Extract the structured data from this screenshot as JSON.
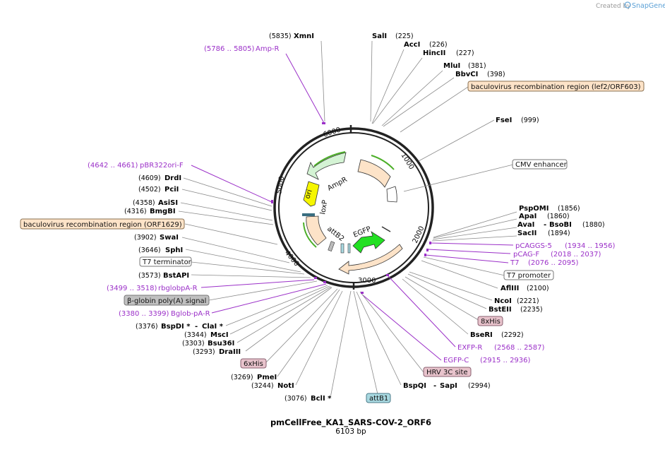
{
  "credit": {
    "prefix": "Created by",
    "brand": "SnapGene"
  },
  "plasmid": {
    "name": "pmCellFree_KA1_SARS-COV-2_ORF6",
    "size": "6103 bp"
  },
  "ticks": [
    "1000",
    "2000",
    "3000",
    "4000",
    "5000",
    "6000"
  ],
  "inner_labels": {
    "ampr": "AmpR",
    "ori": "ori",
    "loxp": "loxP",
    "attb2": "attB2",
    "egfp": "EGFP"
  },
  "sites": {
    "xmni": {
      "pos": "(5835)",
      "name": "XmnI"
    },
    "sali": {
      "name": "SalI",
      "pos": "(225)"
    },
    "acci": {
      "name": "AccI",
      "pos": "(226)"
    },
    "hincii": {
      "name": "HincII",
      "pos": "(227)"
    },
    "mlui": {
      "name": "MluI",
      "pos": "(381)"
    },
    "bbvci": {
      "name": "BbvCI",
      "pos": "(398)"
    },
    "fsei": {
      "name": "FseI",
      "pos": "(999)"
    },
    "pspomi": {
      "name": "PspOMI",
      "pos": "(1856)"
    },
    "apai": {
      "name": "ApaI",
      "pos": "(1860)"
    },
    "avai": {
      "name": "AvaI",
      "dash": "-",
      "name2": "BsoBI",
      "pos": "(1880)"
    },
    "sacii": {
      "name": "SacII",
      "pos": "(1894)"
    },
    "aflii": {
      "name": "AflIII",
      "pos": "(2100)"
    },
    "ncoi": {
      "name": "NcoI",
      "pos": "(2221)"
    },
    "bsteii": {
      "name": "BstEII",
      "pos": "(2235)"
    },
    "bseri": {
      "name": "BseRI",
      "pos": "(2292)"
    },
    "bspqi": {
      "name": "BspQI",
      "dash": "-",
      "name2": "SapI",
      "pos": "(2994)"
    },
    "drdi": {
      "pos": "(4609)",
      "name": "DrdI"
    },
    "pcii": {
      "pos": "(4502)",
      "name": "PciI"
    },
    "asisi": {
      "pos": "(4358)",
      "name": "AsiSI"
    },
    "bmgbi": {
      "pos": "(4316)",
      "name": "BmgBI"
    },
    "swai": {
      "pos": "(3902)",
      "name": "SwaI"
    },
    "sphi": {
      "pos": "(3646)",
      "name": "SphI"
    },
    "bstapi": {
      "pos": "(3573)",
      "name": "BstAPI"
    },
    "bspdi": {
      "pos": "(3376)",
      "name": "BspDI *",
      "dash": "-",
      "name2": "ClaI *"
    },
    "msci": {
      "pos": "(3344)",
      "name": "MscI"
    },
    "bsu36i": {
      "pos": "(3303)",
      "name": "Bsu36I"
    },
    "draiii": {
      "pos": "(3293)",
      "name": "DraIII"
    },
    "pmei": {
      "pos": "(3269)",
      "name": "PmeI"
    },
    "noti": {
      "pos": "(3244)",
      "name": "NotI"
    },
    "bcli": {
      "pos": "(3076)",
      "name": "BclI *"
    }
  },
  "primers": {
    "ampr": {
      "pos": "(5786 .. 5805)",
      "name": "Amp-R"
    },
    "pbr322": {
      "pos": "(4642 .. 4661)",
      "name": "pBR322ori-F"
    },
    "pcaggs5": {
      "name": "pCAGGS-5",
      "pos": "(1934 .. 1956)"
    },
    "pcagf": {
      "name": "pCAG-F",
      "pos": "(2018 .. 2037)"
    },
    "t7": {
      "name": "T7",
      "pos": "(2076 .. 2095)"
    },
    "exfpr": {
      "name": "EXFP-R",
      "pos": "(2568 .. 2587)"
    },
    "egfpc": {
      "name": "EGFP-C",
      "pos": "(2915 .. 2936)"
    },
    "rbglobpa": {
      "pos": "(3499 .. 3518)",
      "name": "rbglobpA-R"
    },
    "bglobpa": {
      "pos": "(3380 .. 3399)",
      "name": "Bglob-pA-R"
    }
  },
  "features": {
    "bac_lef2": "baculovirus recombination region (lef2/ORF603)",
    "cmv": "CMV enhancer",
    "bac_orf1629": "baculovirus recombination region (ORF1629)",
    "t7term": "T7 terminator",
    "bglobin": "β-globin poly(A) signal",
    "his8": "8xHis",
    "t7prom": "T7 promoter",
    "his6": "6xHis",
    "hrv3c": "HRV 3C site",
    "attb1": "attB1"
  },
  "colors": {
    "primer": "#9b30c8",
    "ampr_fill": "#d4f3d4",
    "ori_fill": "#f6f600",
    "egfp_fill": "#22e022",
    "baculo_fill": "#fde3c8",
    "his_fill": "#e8c3cc",
    "attb1_fill": "#a8d8e0",
    "bglobin_fill": "#c0c0c0",
    "arrow_outline_green": "#4caf28",
    "arrow_outline_orange": "#e08a1e"
  }
}
